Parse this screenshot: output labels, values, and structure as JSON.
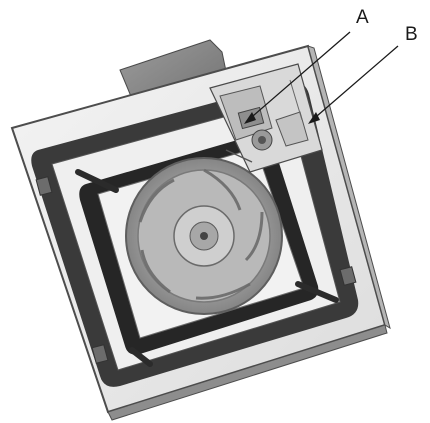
{
  "callouts": {
    "a": {
      "label": "A"
    },
    "b": {
      "label": "B"
    }
  },
  "colors": {
    "line": "#1a1a1a",
    "panel": "#ececec",
    "panel_edge": "#5a5a5a",
    "frame_dark": "#2e2e2e",
    "fan": "#9a9a9a",
    "fan_dark": "#6f6f6f",
    "housing": "#8a8a8a"
  },
  "icons": {
    "fan": "cassette-fan",
    "clamp": "support-arm",
    "control-box": "electrical-box"
  }
}
